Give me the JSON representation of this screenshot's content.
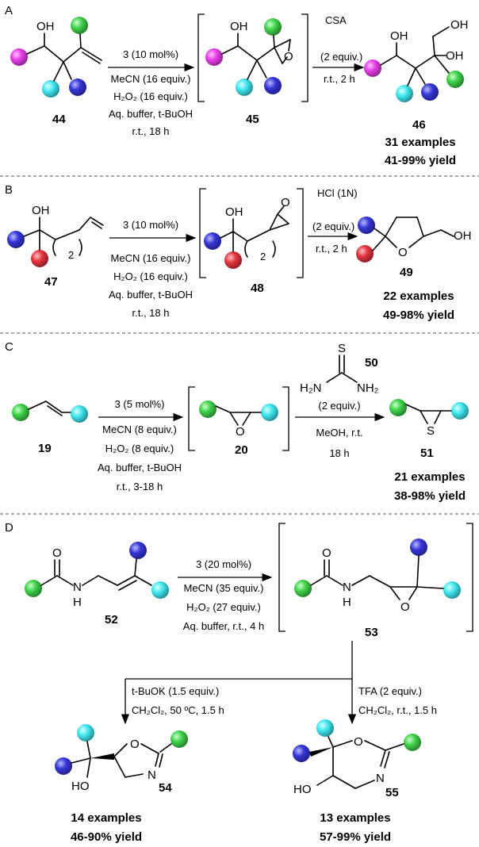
{
  "colors": {
    "magenta": "#e83ce8",
    "green": "#3fd14a",
    "cyan": "#3de6ee",
    "blue": "#3535d8",
    "red": "#e4333c"
  },
  "atoms": {
    "OH": "OH",
    "O": "O",
    "S": "S",
    "N": "N",
    "H": "H",
    "HO": "HO",
    "H2N": "H₂N",
    "NH2": "NH₂",
    "sub2": "2"
  },
  "panels": {
    "A": {
      "letter": "A",
      "reactant": "44",
      "intermediate": "45",
      "product": "46",
      "cond1": [
        "3 (10 mol%)",
        "MeCN (16 equiv.)",
        "H₂O₂ (16 equiv.)",
        "Aq. buffer, t-BuOH",
        "r.t., 18 h"
      ],
      "cond2": [
        "CSA",
        "(2 equiv.)",
        "r.t., 2 h"
      ],
      "examples": "31 examples",
      "yield": "41-99% yield"
    },
    "B": {
      "letter": "B",
      "reactant": "47",
      "intermediate": "48",
      "product": "49",
      "cond1": [
        "3 (10 mol%)",
        "MeCN (16 equiv.)",
        "H₂O₂ (16 equiv.)",
        "Aq. buffer, t-BuOH",
        "r.t., 18 h"
      ],
      "cond2": [
        "HCl (1N)",
        "(2 equiv.)",
        "r.t., 2 h"
      ],
      "examples": "22 examples",
      "yield": "49-98% yield"
    },
    "C": {
      "letter": "C",
      "reactant": "19",
      "intermediate": "20",
      "reagent": "50",
      "product": "51",
      "cond1": [
        "3 (5 mol%)",
        "MeCN (8 equiv.)",
        "H₂O₂ (8 equiv.)",
        "Aq. buffer, t-BuOH",
        "r.t., 3-18 h"
      ],
      "cond2": [
        "(2 equiv.)",
        "MeOH, r.t.",
        "18 h"
      ],
      "examples": "21 examples",
      "yield": "38-98% yield"
    },
    "D": {
      "letter": "D",
      "reactant": "52",
      "intermediate": "53",
      "product1": "54",
      "product2": "55",
      "cond1": [
        "3 (20 mol%)",
        "MeCN (35 equiv.)",
        "H₂O₂ (27 equiv.)",
        "Aq. buffer, r.t., 4 h"
      ],
      "cond_left": [
        "t-BuOK (1.5 equiv.)",
        "CH₂Cl₂, 50 ºC, 1.5 h"
      ],
      "cond_right": [
        "TFA (2 equiv.)",
        "CH₂Cl₂, r.t., 1.5 h"
      ],
      "examples1": "14 examples",
      "yield1": "46-90% yield",
      "examples2": "13 examples",
      "yield2": "57-99% yield"
    }
  }
}
